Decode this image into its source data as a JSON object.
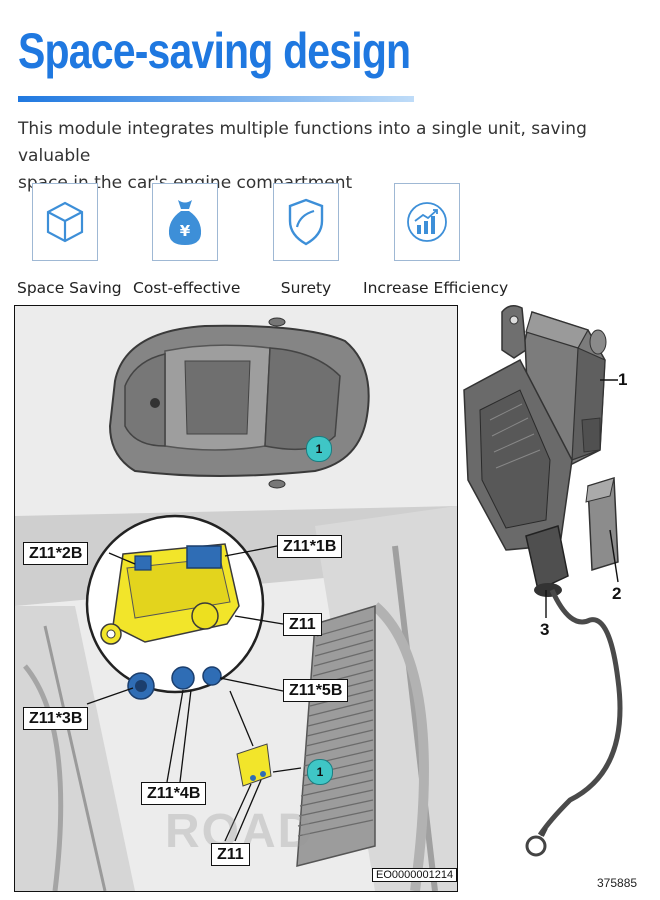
{
  "header": {
    "title": "Space-saving design",
    "description_line1": "This module integrates multiple functions into a single unit, saving valuable",
    "description_line2": "space in the car's engine compartment"
  },
  "features": [
    {
      "label": "Space Saving",
      "icon": "cube-icon"
    },
    {
      "label": "Cost-effective",
      "icon": "money-bag-yuan-icon"
    },
    {
      "label": "Surety",
      "icon": "shield-icon"
    },
    {
      "label": "Increase Efficiency",
      "icon": "growth-chart-icon"
    }
  ],
  "diagram": {
    "callouts": {
      "z11_2b": "Z11*2B",
      "z11_1b": "Z11*1B",
      "z11": "Z11",
      "z11_3b": "Z11*3B",
      "z11_5b": "Z11*5B",
      "z11_4b": "Z11*4B",
      "z11_bottom": "Z11"
    },
    "badge_top": "1",
    "badge_engine": "1",
    "code": "EO0000001214",
    "watermark": "ROAD"
  },
  "parts": {
    "label1": "1",
    "label2": "2",
    "label3": "3",
    "reference": "375885"
  },
  "colors": {
    "title_blue": "#1f78e0",
    "icon_blue": "#3d8fd8",
    "module_yellow": "#f2e52a",
    "badge_teal": "#3fc6c6"
  }
}
